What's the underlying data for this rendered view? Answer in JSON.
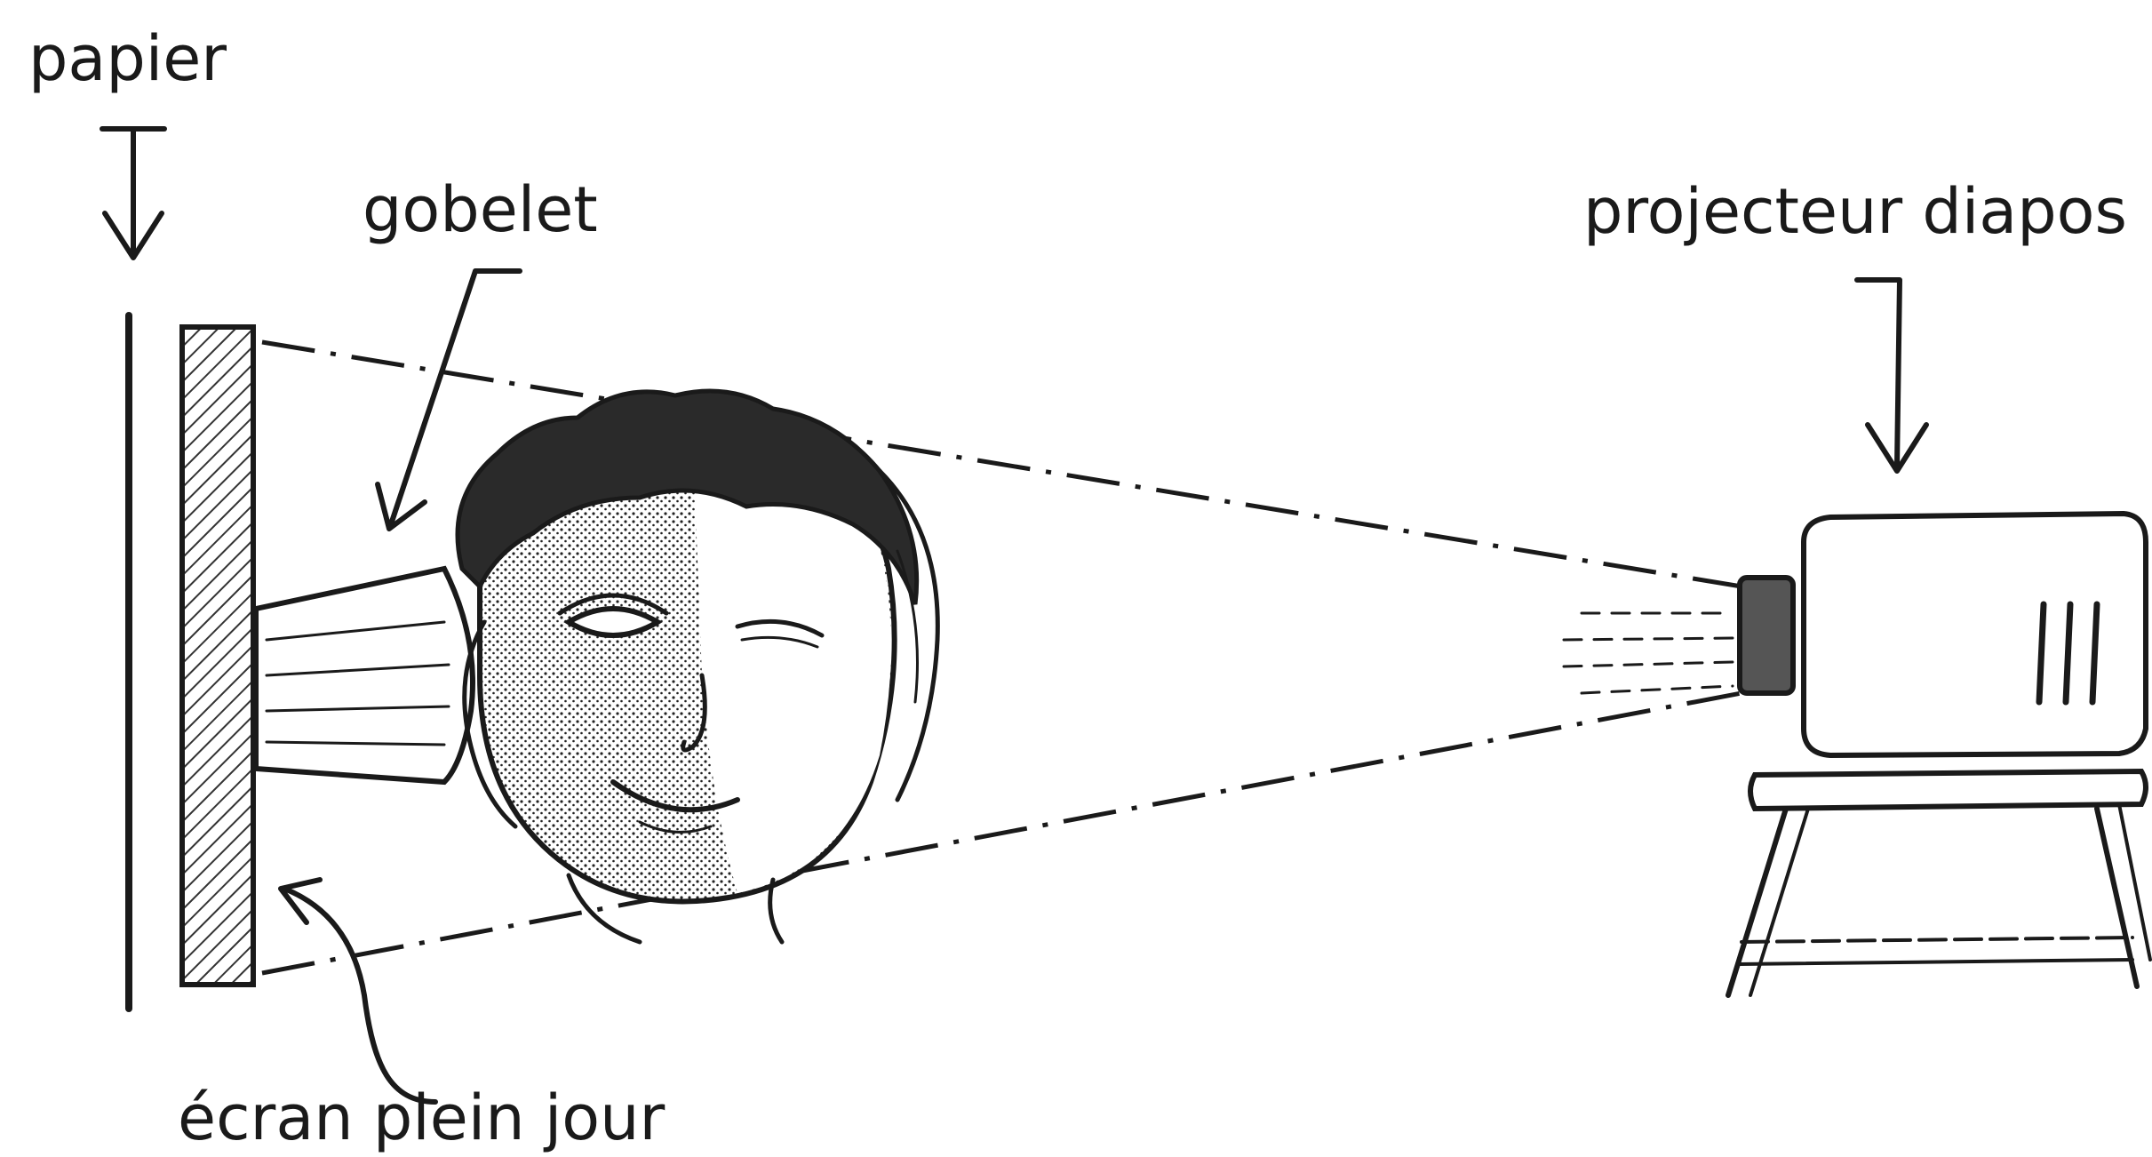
{
  "labels": {
    "paper": "papier",
    "cup": "gobelet",
    "projector": "projecteur diapos",
    "screen": "écran plein jour"
  },
  "colors": {
    "ink": "#1a1a1a",
    "background": "#ffffff"
  }
}
